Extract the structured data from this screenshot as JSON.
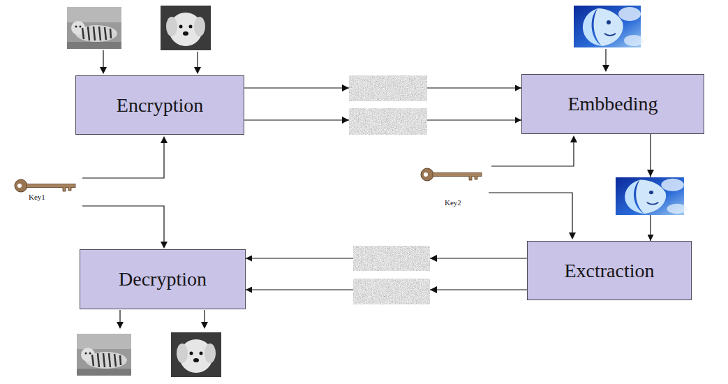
{
  "diagram": {
    "nodes": [
      {
        "text": [
          "Encryption"
        ]
      },
      {
        "text": [
          "Embbeding"
        ]
      },
      {
        "text": [
          "Exctraction"
        ]
      },
      {
        "text": [
          "Decryption"
        ]
      }
    ],
    "edges": [
      {
        "from": 0,
        "to": 1,
        "arrow": "to"
      },
      {
        "from": 0,
        "to": 1,
        "arrow": "to"
      },
      {
        "from": 1,
        "to": 2,
        "arrow": "to"
      },
      {
        "from": 2,
        "to": 3,
        "arrow": "to"
      },
      {
        "from": 2,
        "to": 3,
        "arrow": "to"
      }
    ],
    "labels": [
      "Key1",
      "Key2"
    ]
  }
}
